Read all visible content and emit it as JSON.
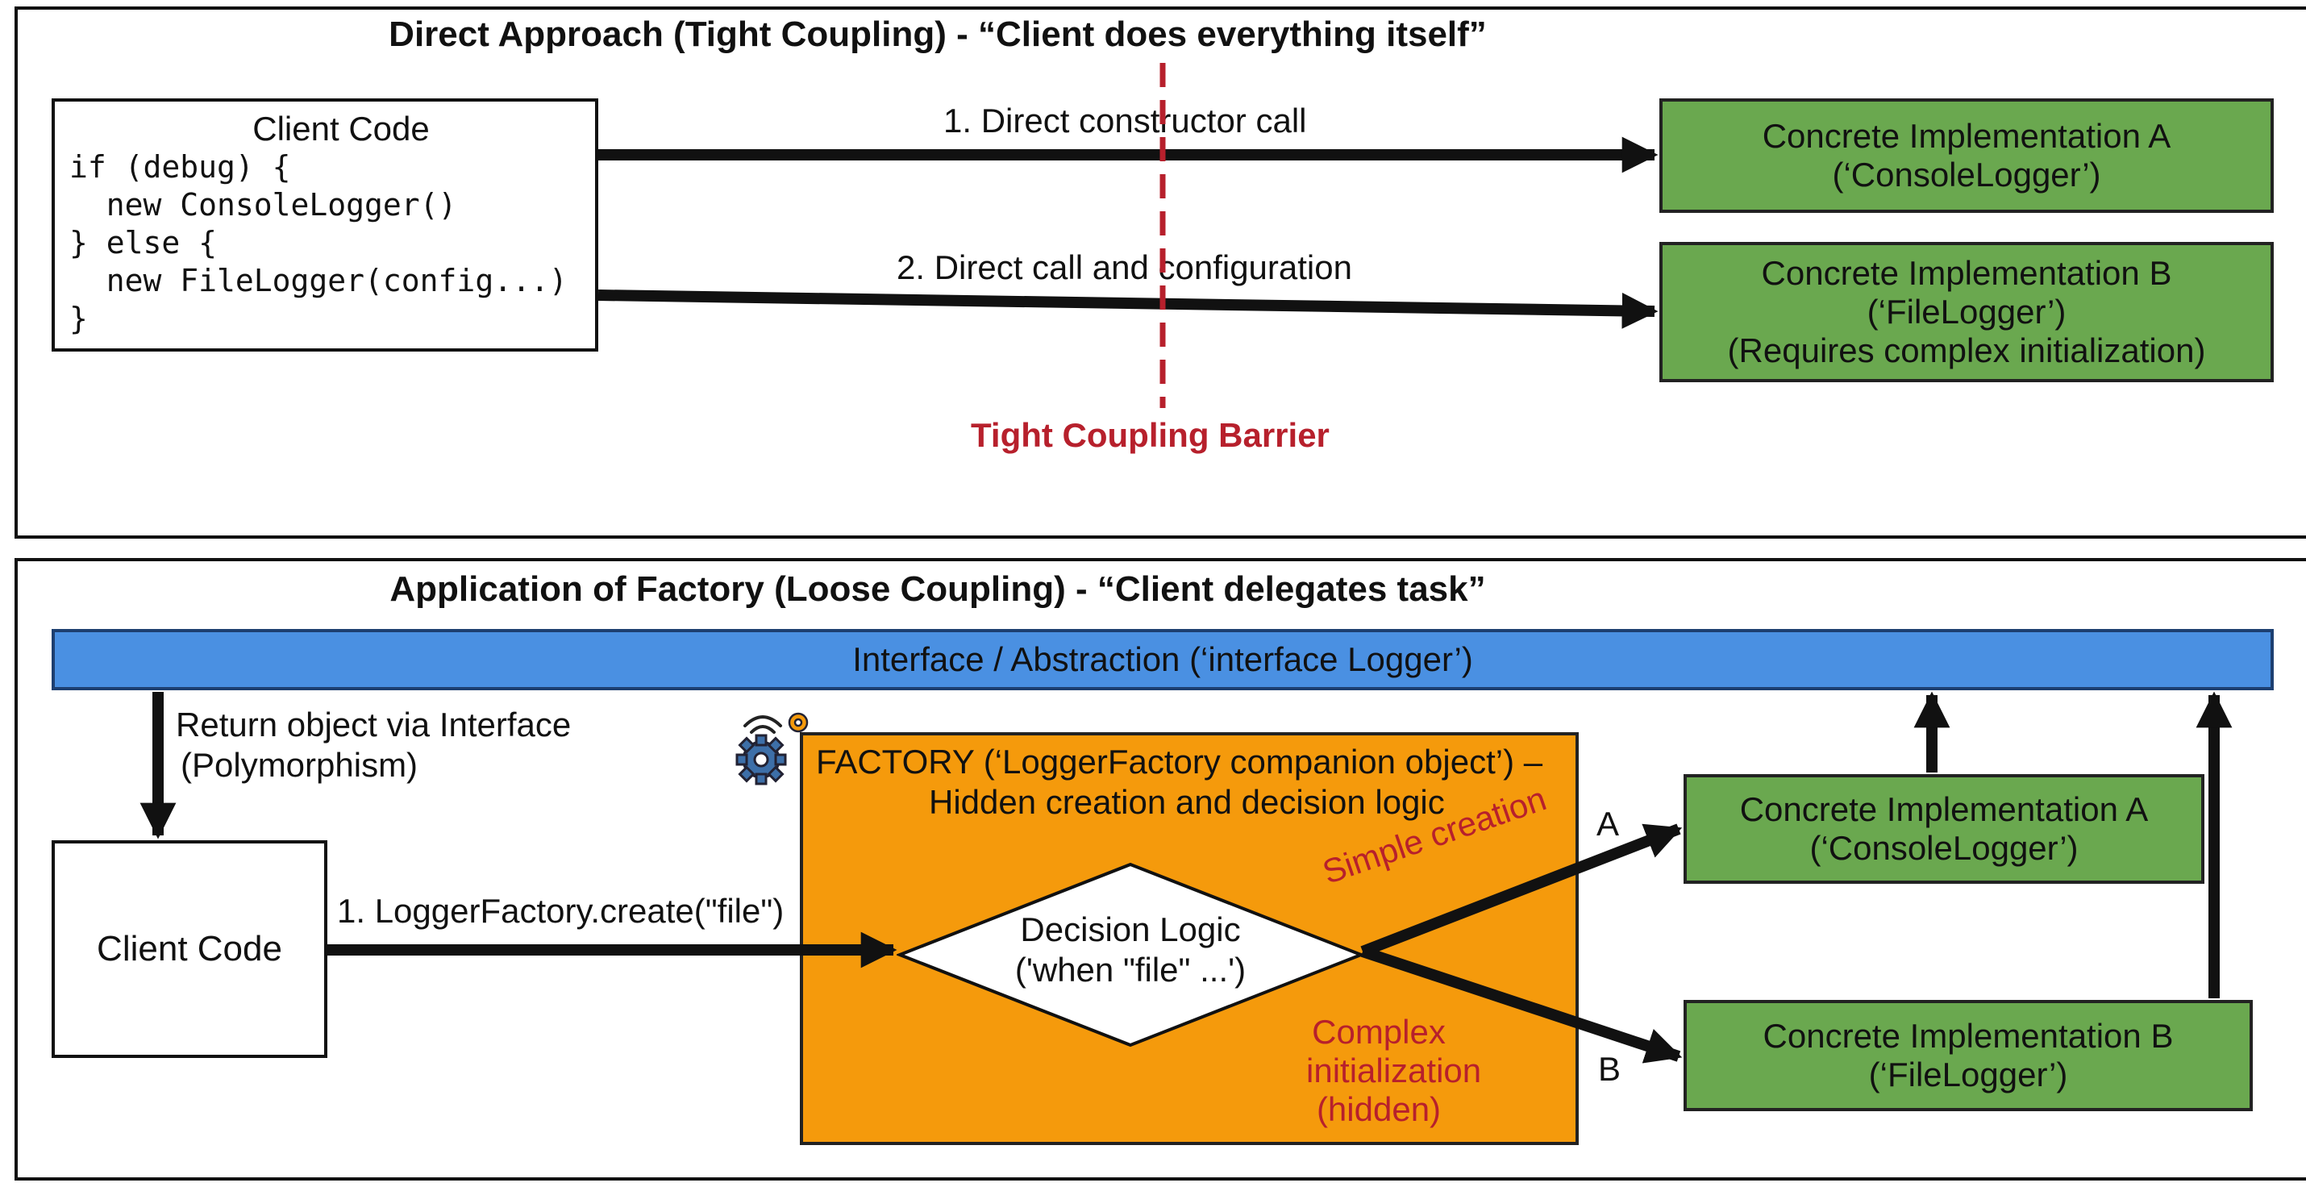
{
  "top": {
    "title": "Direct Approach (Tight Coupling) - “Client does everything itself”",
    "client": {
      "title": "Client Code",
      "code": [
        "if (debug) {",
        "  new ConsoleLogger()",
        "} else {",
        "  new FileLogger(config...)",
        "}"
      ]
    },
    "arrow1_label": "1. Direct constructor call",
    "arrow2_label": "2. Direct call and configuration",
    "impl_a": [
      "Concrete Implementation A",
      "(‘ConsoleLogger’)"
    ],
    "impl_b": [
      "Concrete Implementation B",
      "(‘FileLogger’)",
      "(Requires complex initialization)"
    ],
    "barrier_label": "Tight Coupling Barrier"
  },
  "bottom": {
    "title": "Application of Factory (Loose Coupling) - “Client delegates task”",
    "interface_bar": "Interface / Abstraction (‘interface Logger’)",
    "return_label": [
      "Return object via Interface",
      "(Polymorphism)"
    ],
    "client_title": "Client Code",
    "call_label": "1. LoggerFactory.create(\"file\")",
    "factory_title": [
      "FACTORY (‘LoggerFactory companion object’) –",
      "Hidden creation and decision logic"
    ],
    "decision": [
      "Decision Logic",
      "('when \"file\" ...')"
    ],
    "simple_label": "Simple creation",
    "complex_label": [
      "Complex",
      "initialization",
      "(hidden)"
    ],
    "branch_a": "A",
    "branch_b": "B",
    "impl_a": [
      "Concrete Implementation A",
      "(‘ConsoleLogger’)"
    ],
    "impl_b": [
      "Concrete Implementation B",
      "(‘FileLogger’)"
    ]
  },
  "colors": {
    "green": "#6aa84f",
    "blue": "#4a90e2",
    "orange": "#f59a0c",
    "barrier_red": "#b7202c"
  },
  "icons": [
    "wifi-gear-icon"
  ]
}
